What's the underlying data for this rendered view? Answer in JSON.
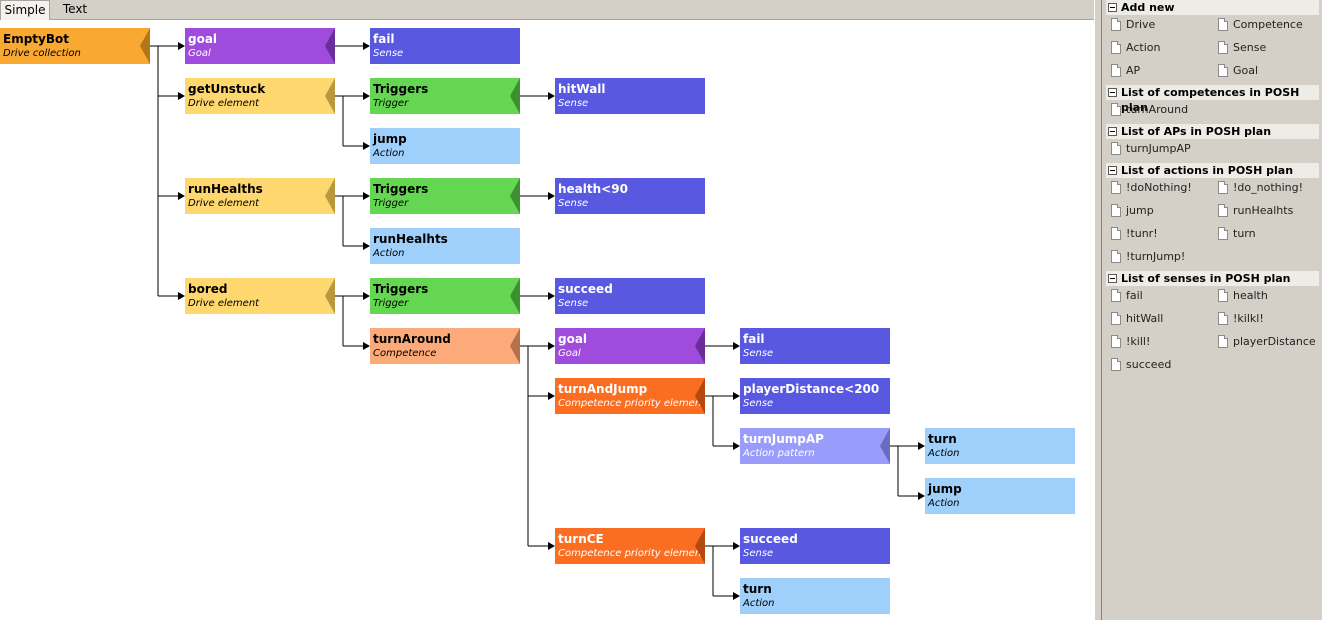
{
  "tabs": [
    {
      "label": "Simple",
      "active": true
    },
    {
      "label": "Text",
      "active": false
    }
  ],
  "kind_colors": {
    "drive_collection": {
      "bg": "#f9a832",
      "tog": "#b47718",
      "text": "dark"
    },
    "goal": {
      "bg": "#9f4bdb",
      "tog": "#6b2e99",
      "text": "light"
    },
    "sense": {
      "bg": "#5858e0",
      "tog": null,
      "text": "light"
    },
    "drive_element": {
      "bg": "#fed86e",
      "tog": "#b9993f",
      "text": "dark"
    },
    "trigger": {
      "bg": "#64d652",
      "tog": "#3c922f",
      "text": "dark"
    },
    "action": {
      "bg": "#9fcffb",
      "tog": null,
      "text": "dark"
    },
    "competence": {
      "bg": "#fcaa7a",
      "tog": "#b5714a",
      "text": "dark"
    },
    "competence_element": {
      "bg": "#fb6d20",
      "tog": "#b44a12",
      "text": "light"
    },
    "action_pattern": {
      "bg": "#9a9cfb",
      "tog": "#6a6cc0",
      "text": "light"
    }
  },
  "tree": {
    "name": "EmptyBot",
    "type": "Drive collection",
    "kind": "drive_collection",
    "children": [
      {
        "name": "goal",
        "type": "Goal",
        "kind": "goal",
        "children": [
          {
            "name": "fail",
            "type": "Sense",
            "kind": "sense"
          }
        ]
      },
      {
        "name": "getUnstuck",
        "type": "Drive element",
        "kind": "drive_element",
        "children": [
          {
            "name": "Triggers",
            "type": "Trigger",
            "kind": "trigger",
            "children": [
              {
                "name": "hitWall",
                "type": "Sense",
                "kind": "sense"
              }
            ]
          },
          {
            "name": "jump",
            "type": "Action",
            "kind": "action"
          }
        ]
      },
      {
        "name": "runHealths",
        "type": "Drive element",
        "kind": "drive_element",
        "children": [
          {
            "name": "Triggers",
            "type": "Trigger",
            "kind": "trigger",
            "children": [
              {
                "name": "health<90",
                "type": "Sense",
                "kind": "sense"
              }
            ]
          },
          {
            "name": "runHealhts",
            "type": "Action",
            "kind": "action"
          }
        ]
      },
      {
        "name": "bored",
        "type": "Drive element",
        "kind": "drive_element",
        "children": [
          {
            "name": "Triggers",
            "type": "Trigger",
            "kind": "trigger",
            "children": [
              {
                "name": "succeed",
                "type": "Sense",
                "kind": "sense"
              }
            ]
          },
          {
            "name": "turnAround",
            "type": "Competence",
            "kind": "competence",
            "children": [
              {
                "name": "goal",
                "type": "Goal",
                "kind": "goal",
                "children": [
                  {
                    "name": "fail",
                    "type": "Sense",
                    "kind": "sense"
                  }
                ]
              },
              {
                "name": "turnAndJump",
                "type": "Competence priority element",
                "kind": "competence_element",
                "children": [
                  {
                    "name": "playerDistance<200",
                    "type": "Sense",
                    "kind": "sense"
                  },
                  {
                    "name": "turnJumpAP",
                    "type": "Action pattern",
                    "kind": "action_pattern",
                    "children": [
                      {
                        "name": "turn",
                        "type": "Action",
                        "kind": "action"
                      },
                      {
                        "name": "jump",
                        "type": "Action",
                        "kind": "action"
                      }
                    ]
                  }
                ]
              },
              {
                "name": "turnCE",
                "type": "Competence priority element",
                "kind": "competence_element",
                "children": [
                  {
                    "name": "succeed",
                    "type": "Sense",
                    "kind": "sense"
                  },
                  {
                    "name": "turn",
                    "type": "Action",
                    "kind": "action"
                  }
                ]
              }
            ]
          }
        ]
      }
    ]
  },
  "panel": {
    "sections": [
      {
        "title": "Add new",
        "items": [
          "Drive",
          "Competence",
          "Action",
          "Sense",
          "AP",
          "Goal"
        ]
      },
      {
        "title": "List of competences in POSH plan",
        "items": [
          "turnAround"
        ]
      },
      {
        "title": "List of APs in POSH plan",
        "items": [
          "turnJumpAP"
        ]
      },
      {
        "title": "List of actions in POSH plan",
        "items": [
          "!doNothing!",
          "!do_nothing!",
          "jump",
          "runHealhts",
          "!tunr!",
          "turn",
          "!turnJump!"
        ]
      },
      {
        "title": "List of senses in POSH plan",
        "items": [
          "fail",
          "health",
          "hitWall",
          "!kilkl!",
          "!kill!",
          "playerDistance",
          "succeed"
        ]
      }
    ]
  }
}
